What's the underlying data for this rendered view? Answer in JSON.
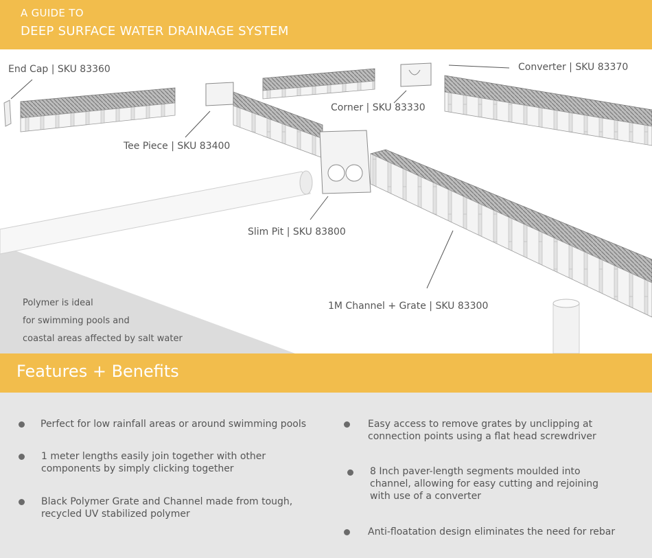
{
  "header": {
    "subtitle": "A GUIDE TO",
    "title": "DEEP SURFACE WATER DRAINAGE SYSTEM"
  },
  "labels": {
    "end_cap": "End Cap  |  SKU 83360",
    "converter": "Converter  |  SKU 83370",
    "corner": "Corner  |  SKU 83330",
    "tee_piece": "Tee Piece  |  SKU 83400",
    "slim_pit": "Slim Pit  |  SKU 83800",
    "channel_grate": "1M Channel + Grate  |  SKU  83300"
  },
  "note": {
    "line1": "Polymer is ideal",
    "line2": "for swimming pools and",
    "line3": "coastal areas affected by salt water"
  },
  "features": {
    "title": "Features + Benefits",
    "left": [
      {
        "line1": "Perfect for low rainfall areas or around swimming pools",
        "line2": ""
      },
      {
        "line1": "1 meter lengths easily join together with other",
        "line2": "components by simply clicking together"
      },
      {
        "line1": "Black Polymer Grate and Channel made from tough,",
        "line2": "recycled UV stabilized polymer"
      }
    ],
    "right": [
      {
        "line1": "Easy access to remove grates by unclipping at",
        "line2": "connection points using a flat head screwdriver",
        "line3": ""
      },
      {
        "line1": "8 Inch paver-length segments moulded into",
        "line2": "channel, allowing for easy cutting and rejoining",
        "line3": "with use of a converter"
      },
      {
        "line1": "Anti-floatation design eliminates the need for rebar",
        "line2": "",
        "line3": ""
      }
    ]
  },
  "colors": {
    "accent": "#f2bd4c",
    "panel": "#e6e6e6",
    "text": "#555555"
  }
}
